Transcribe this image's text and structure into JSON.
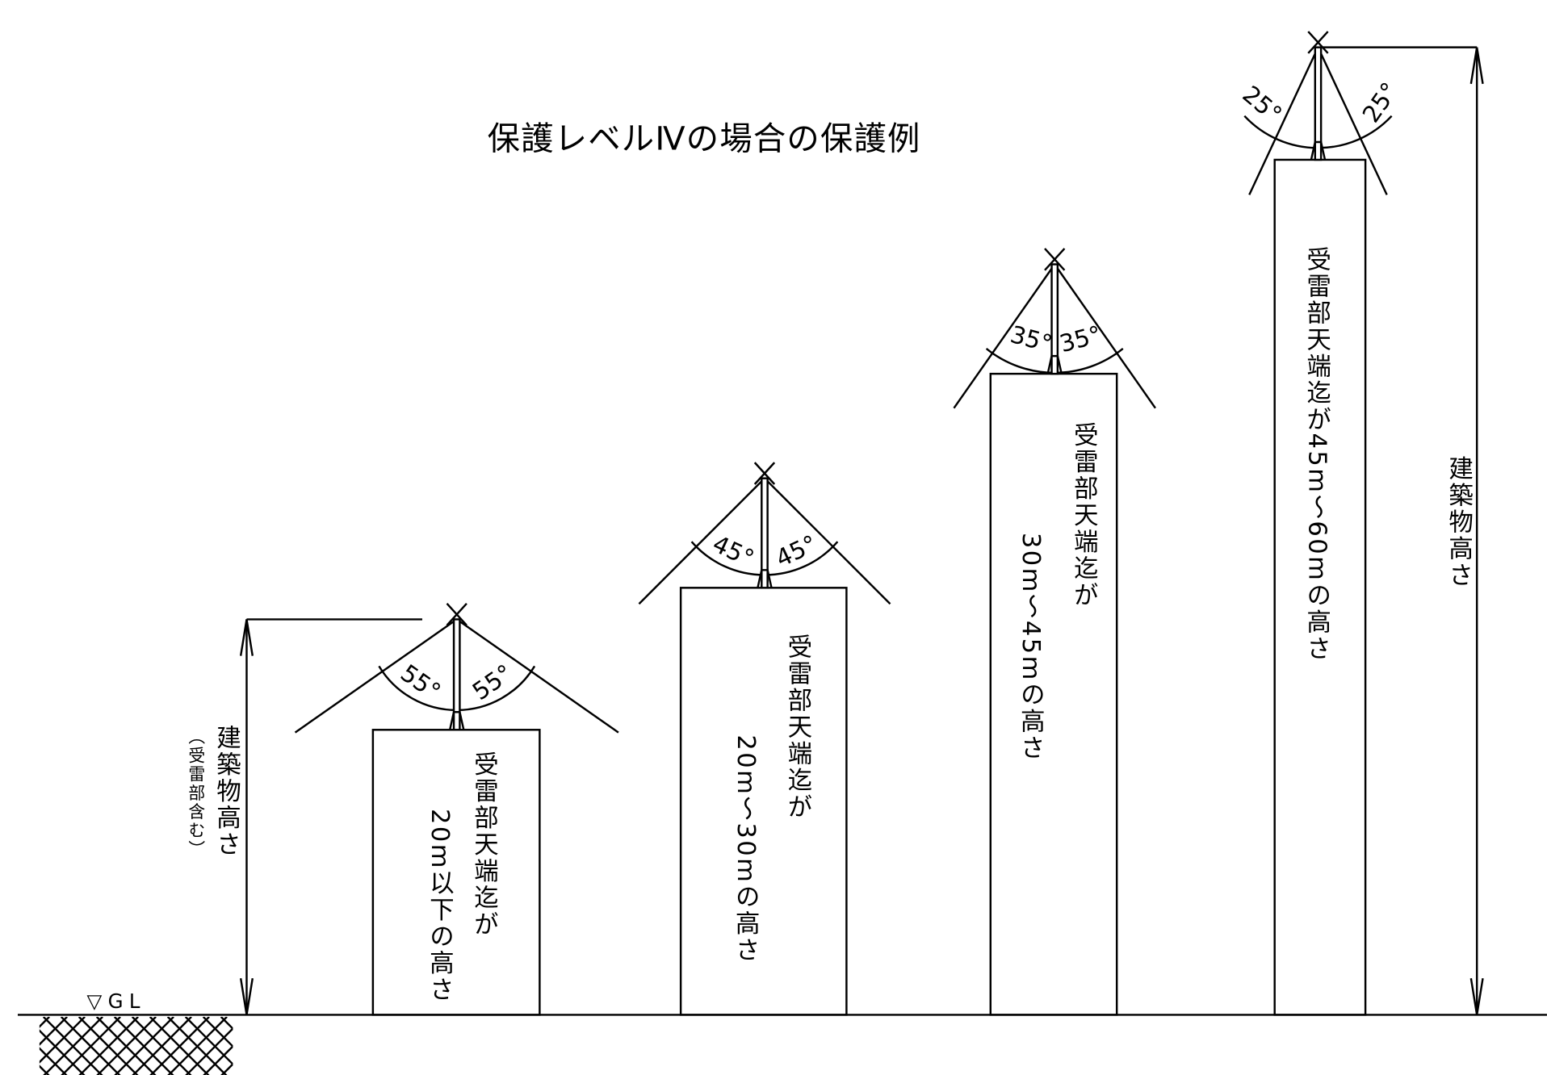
{
  "title": "保護レベルⅣの場合の保護例",
  "ground_label": "▽GL",
  "left_dimension": {
    "label": "建築物高さ",
    "note": "（受雷部含む）"
  },
  "right_dimension": {
    "label": "建築物高さ"
  },
  "buildings": [
    {
      "angle": 55,
      "angle_label": "55°",
      "line1": "受雷部天端迄が",
      "line2": "20m以下の高さ"
    },
    {
      "angle": 45,
      "angle_label": "45°",
      "line1": "受雷部天端迄が",
      "line2": "20m～30mの高さ"
    },
    {
      "angle": 35,
      "angle_label": "35°",
      "line1": "受雷部天端迄が",
      "line2": "30m～45mの高さ"
    },
    {
      "angle": 25,
      "angle_label": "25°",
      "line1": "受雷部天端迄が45m～60mの高さ"
    }
  ]
}
